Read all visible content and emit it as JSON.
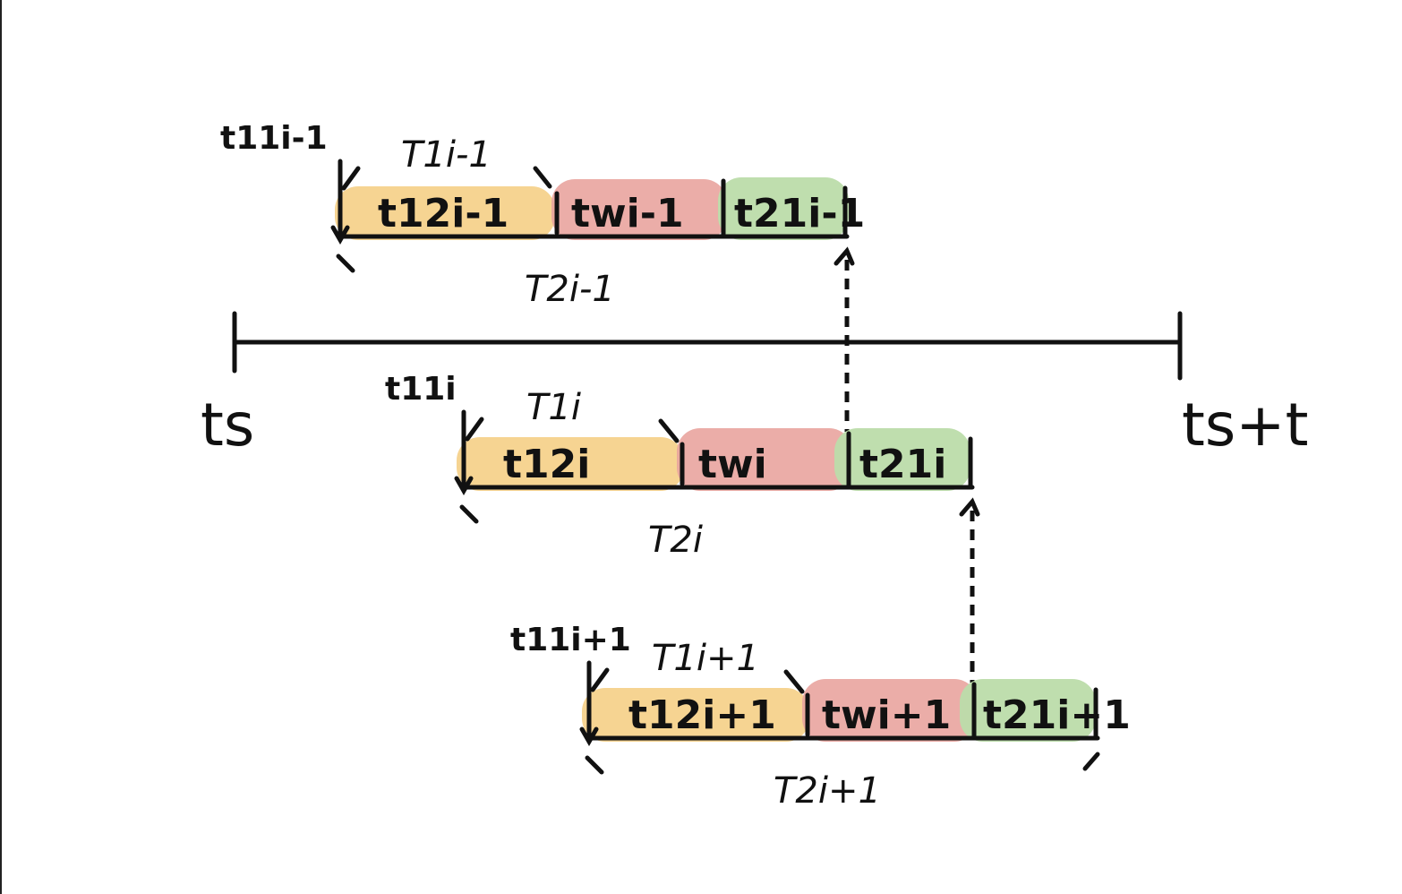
{
  "axis": {
    "start_label": "ts",
    "end_label": "ts+t"
  },
  "colors": {
    "t12": "#f5cf86",
    "tw": "#e9a49e",
    "t21": "#bcdcaa",
    "ink": "#111111"
  },
  "rows": [
    {
      "t11": "t11i-1",
      "T1": "T1i-1",
      "t12": "t12i-1",
      "tw": "twi-1",
      "t21": "t21i-1",
      "T2": "T2i-1"
    },
    {
      "t11": "t11i",
      "T1": "T1i",
      "t12": "t12i",
      "tw": "twi",
      "t21": "t21i",
      "T2": "T2i"
    },
    {
      "t11": "t11i+1",
      "T1": "T1i+1",
      "t12": "t12i+1",
      "tw": "twi+1",
      "t21": "t21i+1",
      "T2": "T2i+1"
    }
  ]
}
